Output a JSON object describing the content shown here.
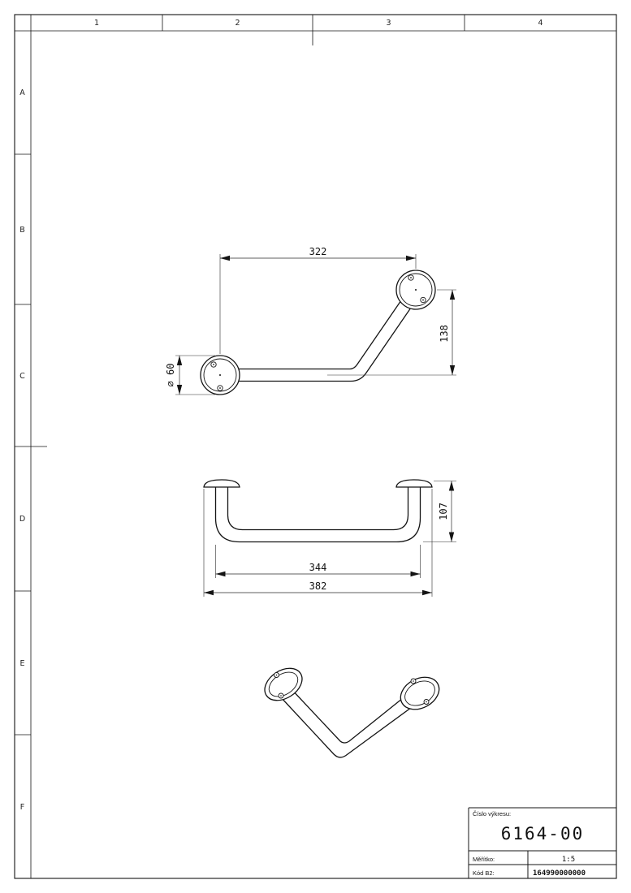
{
  "sheet": {
    "grid": {
      "cols": [
        "1",
        "2",
        "3",
        "4"
      ],
      "rows": [
        "A",
        "B",
        "C",
        "D",
        "E",
        "F"
      ]
    }
  },
  "views": {
    "front": {
      "dim_width": "322",
      "dim_height": "138",
      "dim_flange": "⌀ 60"
    },
    "top": {
      "dim_inner": "344",
      "dim_overall": "382",
      "dim_depth": "107"
    }
  },
  "title_block": {
    "drawing_number_label": "Číslo výkresu:",
    "drawing_number": "6164-00",
    "scale_label": "Měřítko:",
    "scale_value": "1:5",
    "code_label": "Kód B2:",
    "code_value": "164990000000"
  },
  "colors": {
    "line": "#141414",
    "background": "#ffffff"
  }
}
